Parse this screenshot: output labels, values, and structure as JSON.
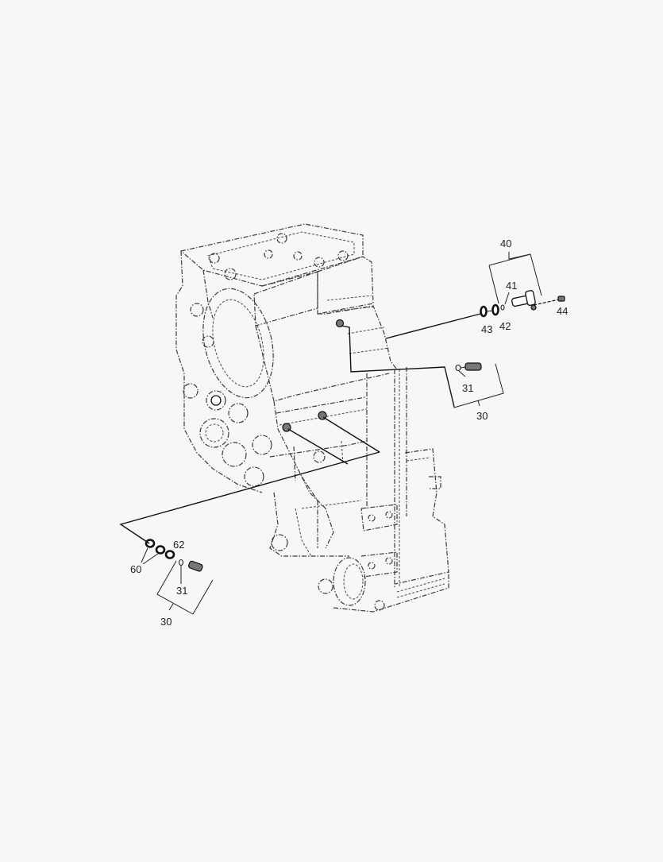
{
  "diagram": {
    "type": "exploded-parts-view",
    "subject": "transmission housing",
    "callouts": {
      "c40": "40",
      "c41": "41",
      "c42": "42",
      "c43": "43",
      "c44": "44",
      "c31_upper": "31",
      "c30_upper": "30",
      "c62": "62",
      "c60": "60",
      "c31_lower": "31",
      "c30_lower": "30"
    },
    "colors": {
      "background": "#f7f7f7",
      "line": "#111111",
      "housing_line": "#3a3a3a"
    }
  }
}
